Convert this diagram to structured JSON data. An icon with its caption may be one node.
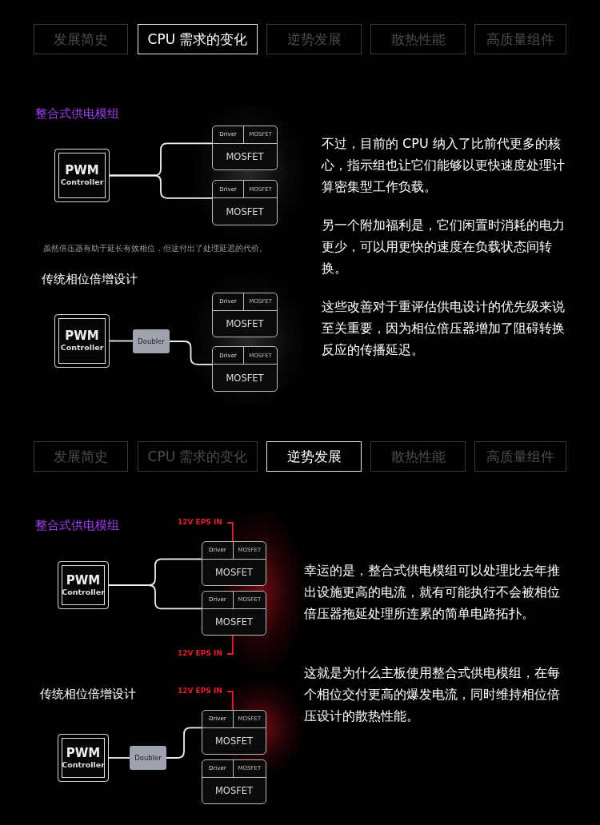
{
  "diagram": {
    "nodes": [
      {
        "text": [
          "发展简史"
        ]
      },
      {
        "text": [
          "CPU 需求的变化"
        ]
      },
      {
        "text": [
          "逆势发展"
        ]
      },
      {
        "text": [
          "散热性能"
        ]
      },
      {
        "text": [
          "高质量组件"
        ]
      },
      {
        "text": [
          "PWM",
          "Controller"
        ]
      },
      {
        "text": [],
        "shape": "box"
      },
      {
        "text": [
          "Driver"
        ],
        "in": 6
      },
      {
        "text": [
          "MOSFET"
        ],
        "in": 6
      },
      {
        "text": [
          "MOSFET"
        ],
        "in": 6
      },
      {
        "text": [],
        "shape": "box"
      },
      {
        "text": [
          "Driver"
        ],
        "in": 10
      },
      {
        "text": [
          "MOSFET"
        ],
        "in": 10
      },
      {
        "text": [
          "MOSFET"
        ],
        "in": 10
      },
      {
        "text": [
          "PWM",
          "Controller"
        ]
      },
      {
        "text": [
          "Doubler"
        ]
      },
      {
        "text": [],
        "shape": "box"
      },
      {
        "text": [
          "Driver"
        ],
        "in": 16
      },
      {
        "text": [
          "MOSFET"
        ],
        "in": 16
      },
      {
        "text": [
          "MOSFET"
        ],
        "in": 16
      },
      {
        "text": [],
        "shape": "box"
      },
      {
        "text": [
          "Driver"
        ],
        "in": 20
      },
      {
        "text": [
          "MOSFET"
        ],
        "in": 20
      },
      {
        "text": [
          "MOSFET"
        ],
        "in": 20
      },
      {
        "text": [
          "发展简史"
        ]
      },
      {
        "text": [
          "CPU 需求的变化"
        ]
      },
      {
        "text": [
          "逆势发展"
        ]
      },
      {
        "text": [
          "散热性能"
        ]
      },
      {
        "text": [
          "高质量组件"
        ]
      },
      {
        "text": [
          "12V EPS IN"
        ]
      },
      {
        "text": [
          "PWM",
          "Controller"
        ]
      },
      {
        "text": [],
        "shape": "box"
      },
      {
        "text": [
          "Driver"
        ],
        "in": 31
      },
      {
        "text": [
          "MOSFET"
        ],
        "in": 31
      },
      {
        "text": [
          "MOSFET"
        ],
        "in": 31
      },
      {
        "text": [],
        "shape": "box"
      },
      {
        "text": [
          "Driver"
        ],
        "in": 35
      },
      {
        "text": [
          "MOSFET"
        ],
        "in": 35
      },
      {
        "text": [
          "MOSFET"
        ],
        "in": 35
      },
      {
        "text": [
          "12V EPS IN"
        ]
      },
      {
        "text": [
          "12V EPS IN"
        ]
      },
      {
        "text": [
          "PWM",
          "Controller"
        ]
      },
      {
        "text": [
          "Doubler"
        ]
      },
      {
        "text": [],
        "shape": "box"
      },
      {
        "text": [
          "Driver"
        ],
        "in": 43
      },
      {
        "text": [
          "MOSFET"
        ],
        "in": 43
      },
      {
        "text": [
          "MOSFET"
        ],
        "in": 43
      },
      {
        "text": [],
        "shape": "box"
      },
      {
        "text": [
          "Driver"
        ],
        "in": 47
      },
      {
        "text": [
          "MOSFET"
        ],
        "in": 47
      },
      {
        "text": [
          "MOSFET"
        ],
        "in": 47
      }
    ],
    "edges": [
      {
        "from": 5,
        "to": 6,
        "arrow": "none"
      },
      {
        "from": 5,
        "to": 10,
        "arrow": "none"
      },
      {
        "from": 14,
        "to": 15,
        "arrow": "none"
      },
      {
        "from": 15,
        "to": 20,
        "arrow": "none"
      },
      {
        "from": 30,
        "to": 31,
        "arrow": "none"
      },
      {
        "from": 30,
        "to": 35,
        "arrow": "none"
      },
      {
        "from": 29,
        "to": 31,
        "arrow": "none",
        "color": "#e5222c"
      },
      {
        "from": 39,
        "to": 35,
        "arrow": "none",
        "color": "#e5222c"
      },
      {
        "from": 41,
        "to": 42,
        "arrow": "none"
      },
      {
        "from": 42,
        "to": 43,
        "arrow": "none"
      },
      {
        "from": 40,
        "to": 43,
        "arrow": "none",
        "color": "#e5222c"
      }
    ],
    "labels": [
      "整合式供电模组",
      "不过，目前的 CPU 纳入了比前代更多的核心，指示组也让它们能够以更快速度处理计算密集型工作负载。",
      "另一个附加福利是，它们闲置时消耗的电力更少，可以用更快的速度在负载状态间转换。",
      "虽然倍压器有助于延长有效相位，但这付出了处理延迟的代价。",
      "传统相位倍增设计",
      "这些改善对于重评估供电设计的优先级来说至关重要，因为相位倍压器增加了阻碍转换反应的传播延迟。",
      "整合式供电模组",
      "幸运的是，整合式供电模组可以处理比去年推出设施更高的电流，就有可能执行不会被相位倍压器拖延处理所连累的简单电路拓扑。",
      "传统相位倍增设计",
      "这就是为什么主板使用整合式供电模组，在每个相位交付更高的爆发电流，同时维持相位倍压设计的散热性能。"
    ]
  }
}
